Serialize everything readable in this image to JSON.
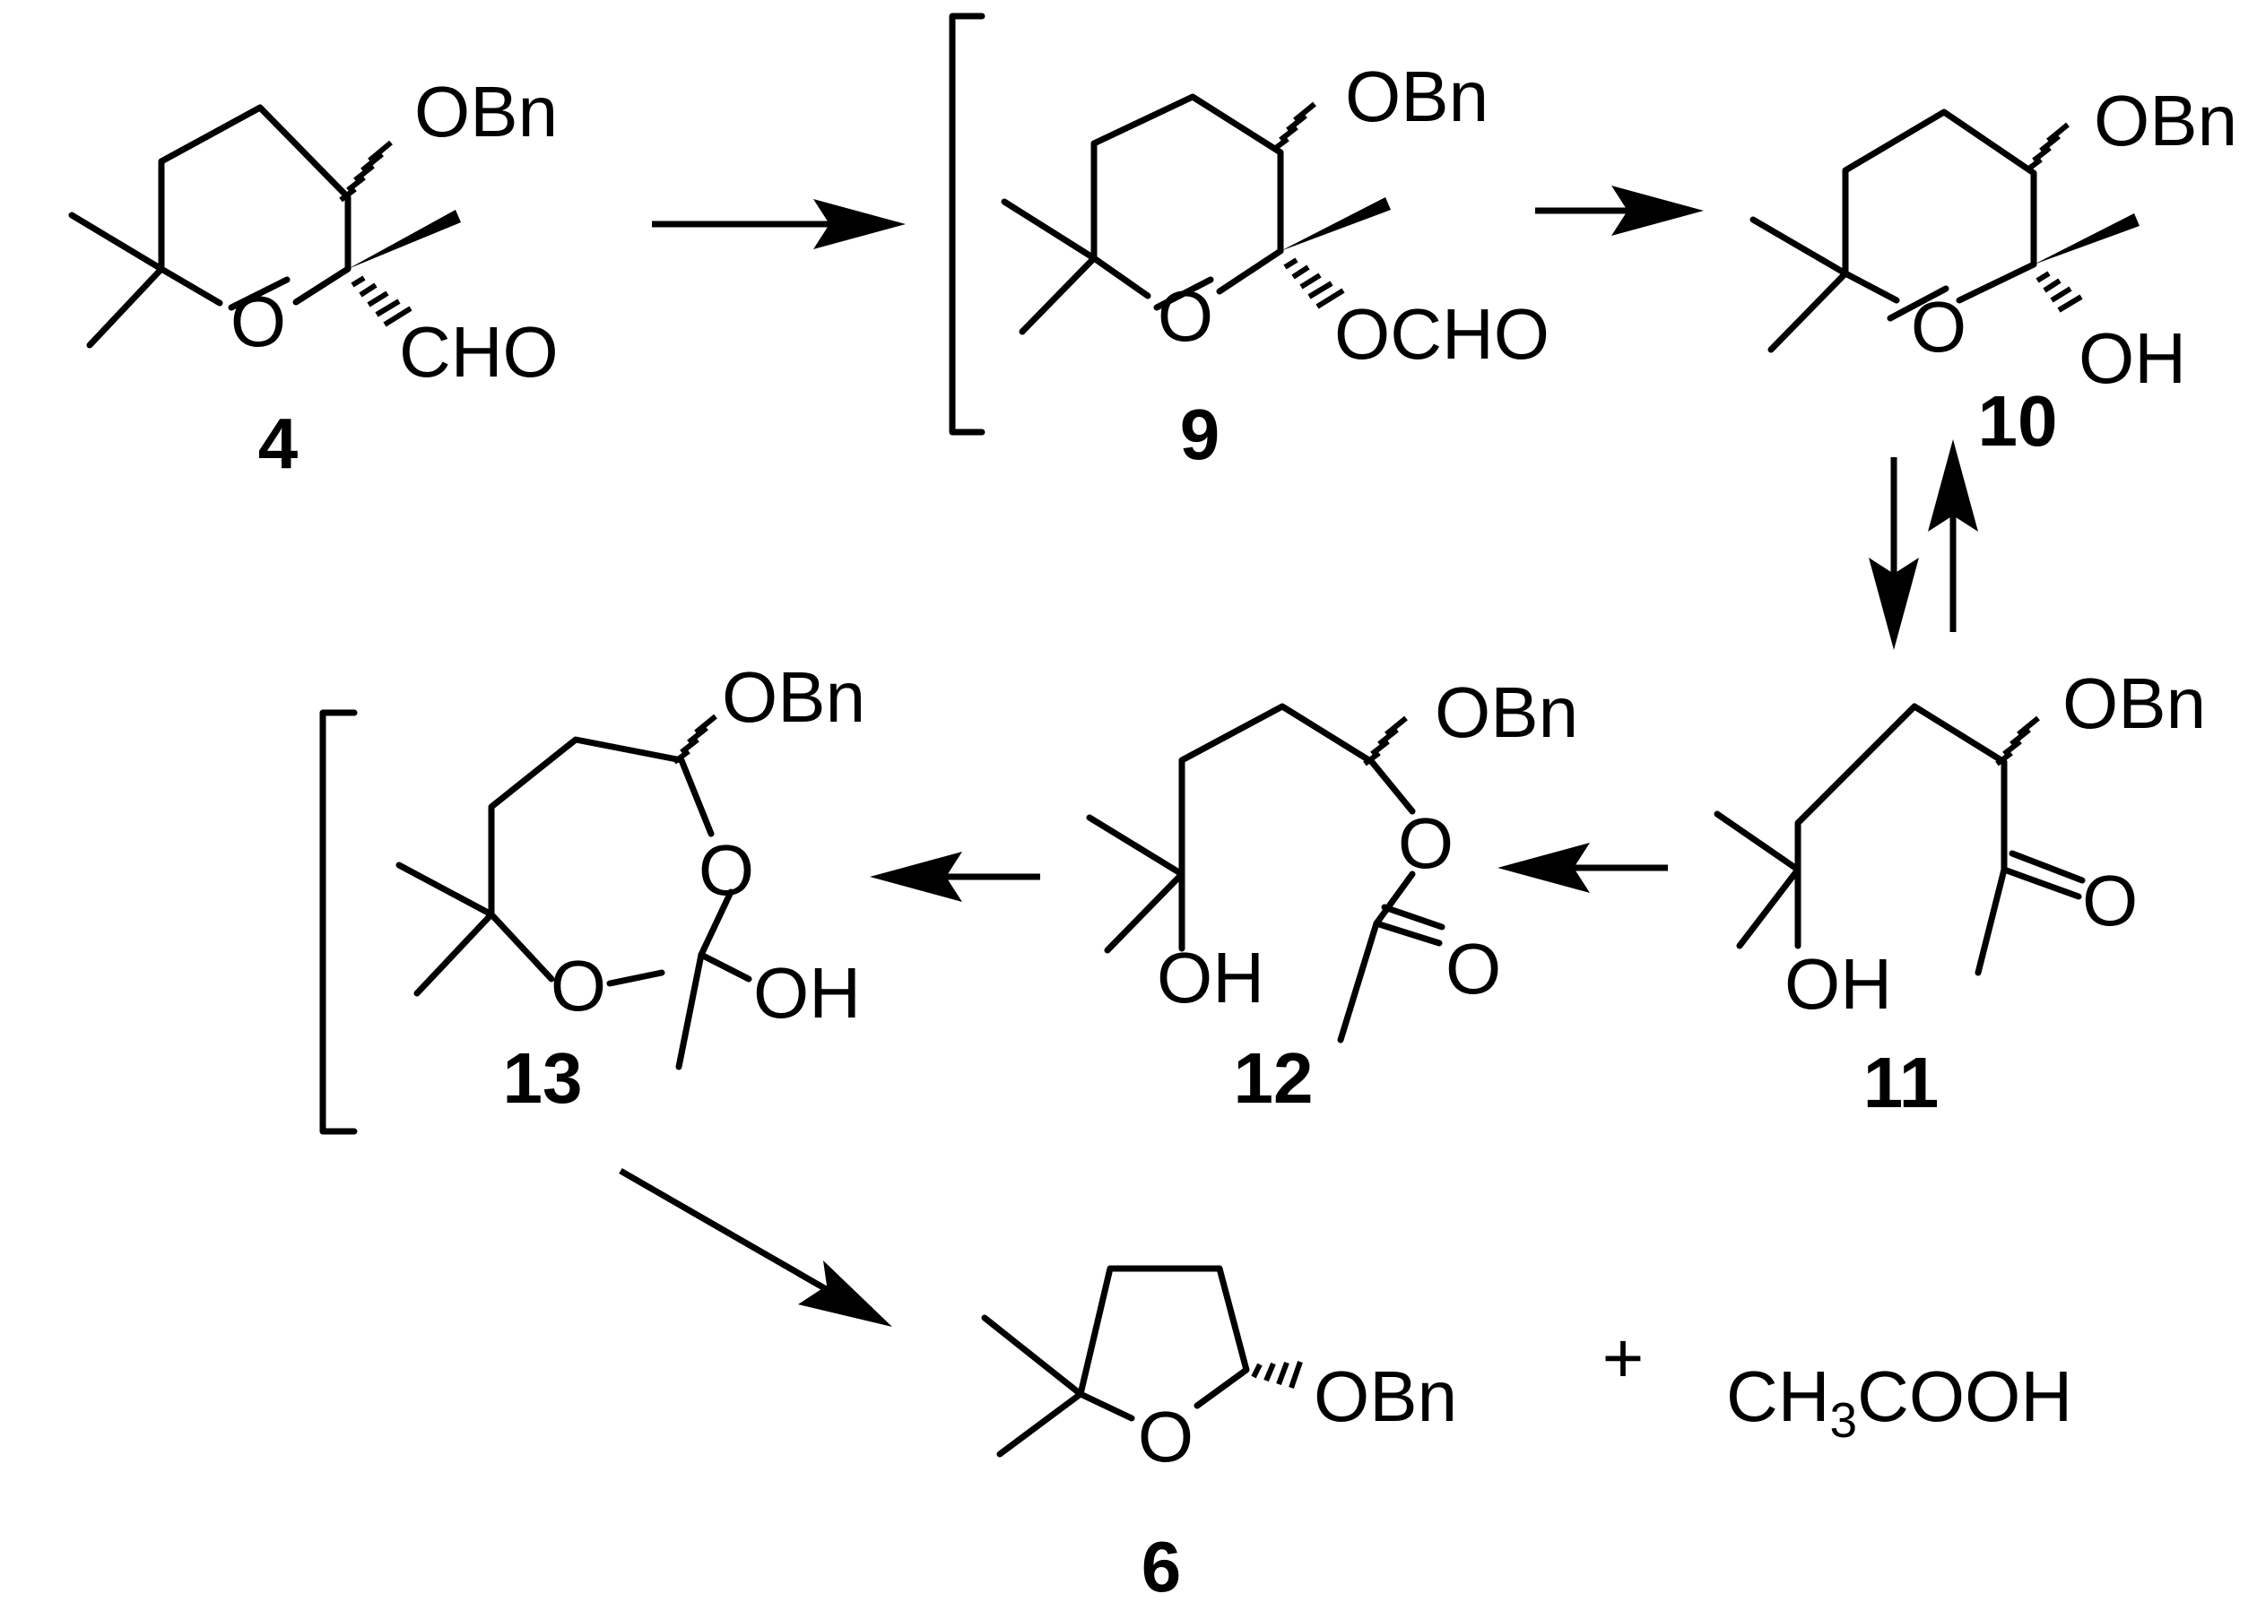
{
  "compounds": {
    "c4": {
      "number": "4",
      "obn": "OBn",
      "o": "O",
      "cho": "CHO"
    },
    "c9": {
      "number": "9",
      "obn": "OBn",
      "o": "O",
      "ocho": "OCHO"
    },
    "c10": {
      "number": "10",
      "obn": "OBn",
      "o": "O",
      "oh": "OH"
    },
    "c11": {
      "number": "11",
      "obn": "OBn",
      "oh": "OH",
      "carbonyl_o": "O"
    },
    "c12": {
      "number": "12",
      "obn": "OBn",
      "oh": "OH",
      "ester_o": "O",
      "carbonyl_o": "O"
    },
    "c13": {
      "number": "13",
      "obn": "OBn",
      "o_ring1": "O",
      "o_ring2": "O",
      "oh": "OH"
    },
    "c6": {
      "number": "6",
      "obn": "OBn",
      "o": "O"
    }
  },
  "byproduct": {
    "plus": "+",
    "formula_main": "CH",
    "formula_sub": "3",
    "formula_end": "COOH"
  }
}
